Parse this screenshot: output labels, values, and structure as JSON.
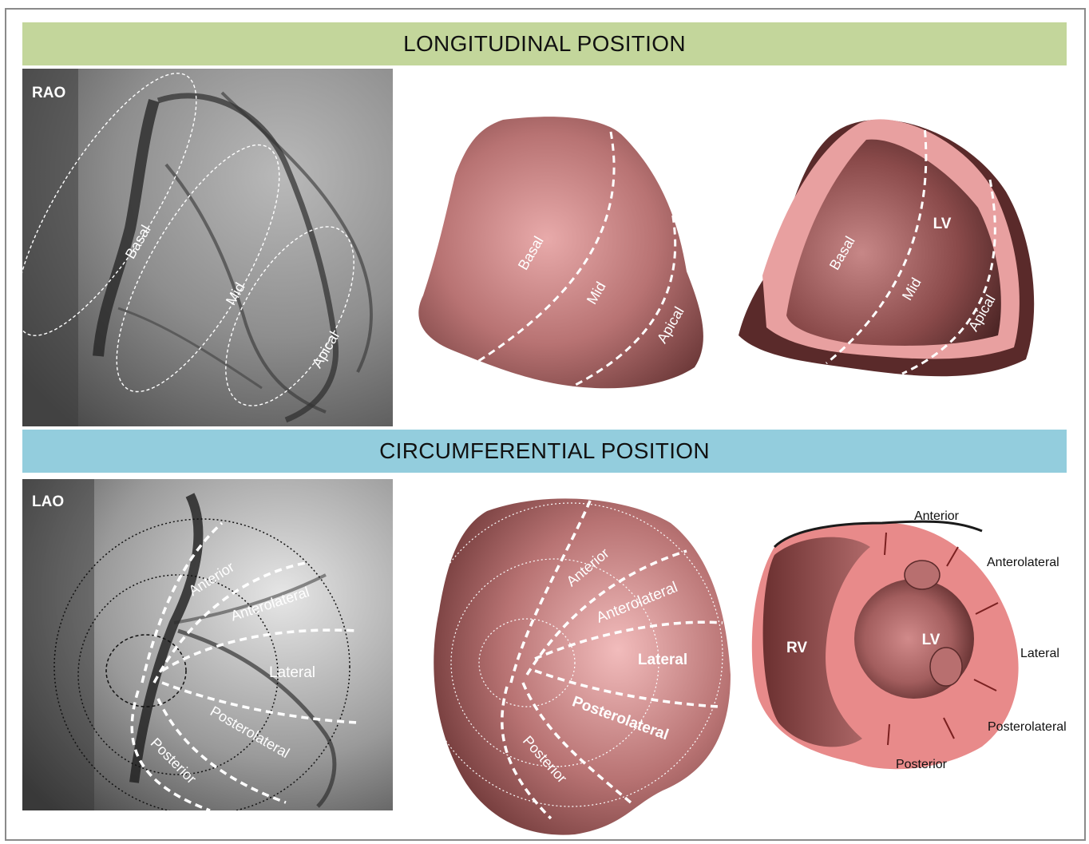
{
  "sections": {
    "longitudinal": "LONGITUDINAL POSITION",
    "circumferential": "CIRCUMFERENTIAL POSITION"
  },
  "views": {
    "rao": "RAO",
    "lao": "LAO"
  },
  "longitudinal_labels": {
    "basal": "Basal",
    "mid": "Mid",
    "apical": "Apical",
    "lv": "LV"
  },
  "circumferential_labels": {
    "anterior": "Anterior",
    "anterolateral": "Anterolateral",
    "lateral": "Lateral",
    "posterolateral": "Posterolateral",
    "posterior": "Posterior",
    "rv": "RV",
    "lv": "LV"
  },
  "colors": {
    "longitudinal_banner": "#c3d69b",
    "circumferential_banner": "#93cddd",
    "myocardium": "#b87373",
    "cut_surface": "#e8a0a0"
  }
}
